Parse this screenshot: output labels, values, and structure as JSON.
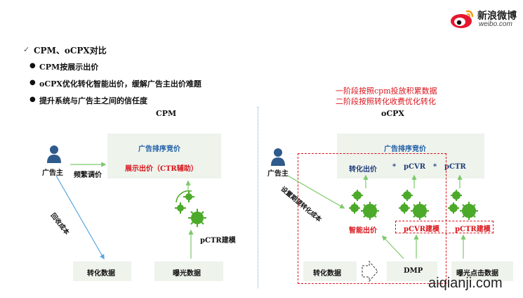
{
  "logo": {
    "brand_cn": "新浪微博",
    "brand_en": "weibo.com"
  },
  "heading": "CPM、oCPX对比",
  "bullets": [
    "CPM按展示出价",
    "oCPX优化转化智能出价，缓解广告主出价难题",
    "提升系统与广告主之间的信任度"
  ],
  "red_notes": [
    "一阶段按照cpm投放积累数据",
    "二阶段按照转化收费优化转化"
  ],
  "cpm": {
    "title": "CPM",
    "advertiser": "广告主",
    "adjust": "频繁调价",
    "ranking": "广告排序竞价",
    "bid": "展示出价（CTR辅助）",
    "model": "pCTR建模",
    "cost": "回收成本",
    "conversion": "转化数据",
    "exposure": "曝光数据"
  },
  "ocpx": {
    "title": "oCPX",
    "advertiser": "广告主",
    "target": "设置期望转化成本",
    "ranking": "广告排序竞价",
    "formula": [
      "转化出价",
      "*",
      "pCVR",
      "*",
      "pCTR"
    ],
    "smart_bid": "智能出价",
    "pcvr_model": "pCVR建模",
    "pctr_model": "pCTR建模",
    "conversion": "转化数据",
    "dmp": "DMP",
    "exposure_click": "曝光点击数据"
  },
  "watermark": "aiqianji.com",
  "colors": {
    "accent_red": "#d9141b",
    "box_fill": "#eef3ec",
    "gear_green": "#4caa2a",
    "arrow_green": "#7cc96a",
    "arrow_blue": "#5aa6e0"
  }
}
